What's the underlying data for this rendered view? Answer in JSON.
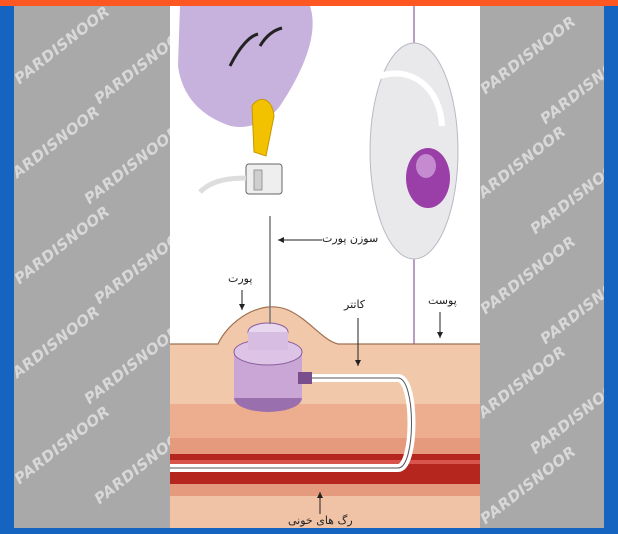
{
  "watermark": {
    "text": "PARDISNOOR"
  },
  "labels": {
    "port_needle": "سوزن پورت",
    "port": "پورت",
    "catheter": "کاتتر",
    "skin": "پوست",
    "blood_vessel": "رگ های خونی"
  },
  "colors": {
    "frame": "#1565c0",
    "top_bar": "#ff5722",
    "glove": "#c7b2dd",
    "skin": "#f2c8ab",
    "vessel": "#b5261e",
    "port_body": "#c9a6d6"
  }
}
